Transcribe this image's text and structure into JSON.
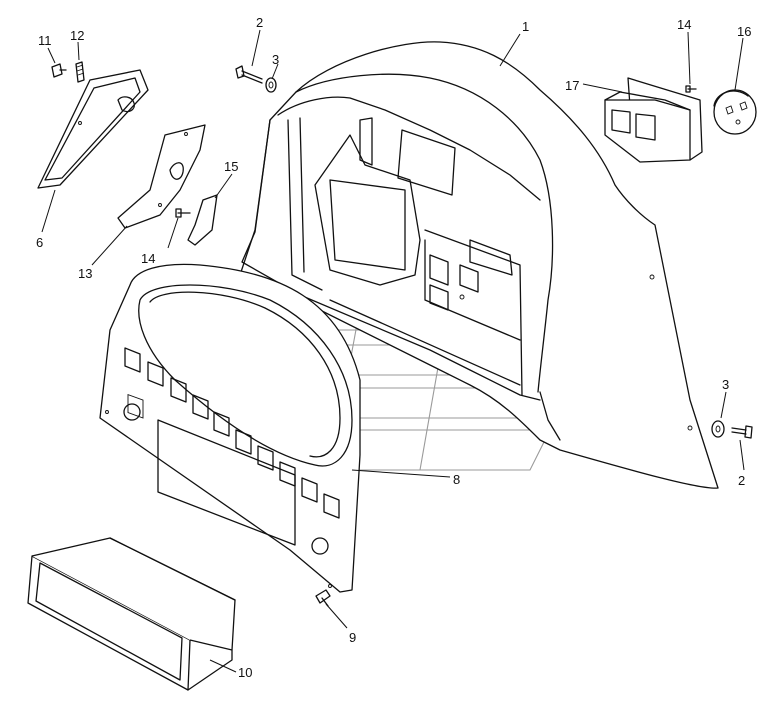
{
  "diagram": {
    "callouts": [
      {
        "id": "c1",
        "text": "1"
      },
      {
        "id": "c2a",
        "text": "2"
      },
      {
        "id": "c2b",
        "text": "2"
      },
      {
        "id": "c3a",
        "text": "3"
      },
      {
        "id": "c3b",
        "text": "3"
      },
      {
        "id": "c6",
        "text": "6"
      },
      {
        "id": "c8",
        "text": "8"
      },
      {
        "id": "c9",
        "text": "9"
      },
      {
        "id": "c10",
        "text": "10"
      },
      {
        "id": "c11",
        "text": "11"
      },
      {
        "id": "c12",
        "text": "12"
      },
      {
        "id": "c13",
        "text": "13"
      },
      {
        "id": "c14a",
        "text": "14"
      },
      {
        "id": "c14b",
        "text": "14"
      },
      {
        "id": "c15",
        "text": "15"
      },
      {
        "id": "c16",
        "text": "16"
      },
      {
        "id": "c17",
        "text": "17"
      }
    ],
    "watermark": "logo-watermark",
    "colors": {
      "line": "#111111",
      "watermark": "#9a9a9a",
      "background": "#ffffff"
    }
  }
}
